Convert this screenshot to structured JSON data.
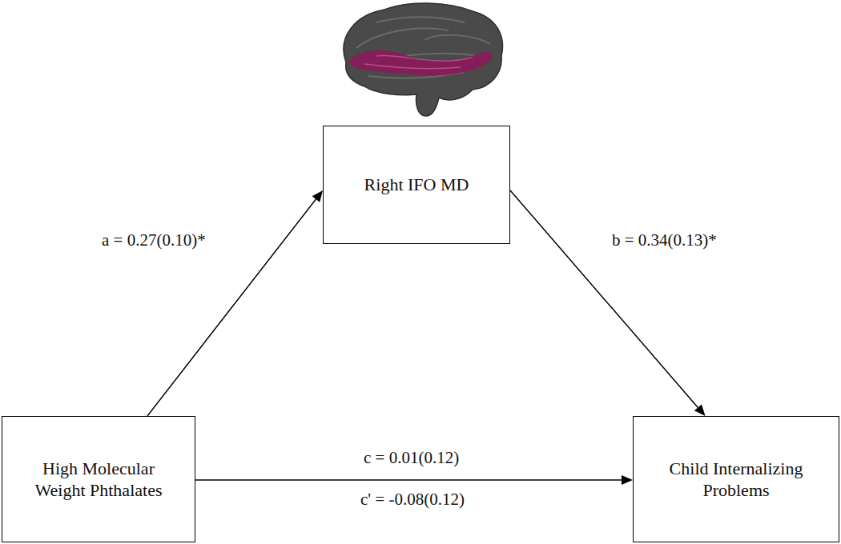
{
  "diagram": {
    "nodes": [
      {
        "text": [
          "Right IFO MD"
        ]
      },
      {
        "text": [
          "High Molecular Weight Phthalates"
        ]
      },
      {
        "text": [
          "Child Internalizing Problems"
        ]
      }
    ],
    "edges": [
      {
        "from": 1,
        "to": 0,
        "arrow": "to",
        "label": "a = 0.27(0.10)*"
      },
      {
        "from": 0,
        "to": 2,
        "arrow": "to",
        "label": "b = 0.34(0.13)*"
      },
      {
        "from": 1,
        "to": 2,
        "arrow": "to",
        "label": "c = 0.01(0.12)"
      }
    ],
    "labels": [
      "c' = -0.08(0.12)"
    ]
  }
}
